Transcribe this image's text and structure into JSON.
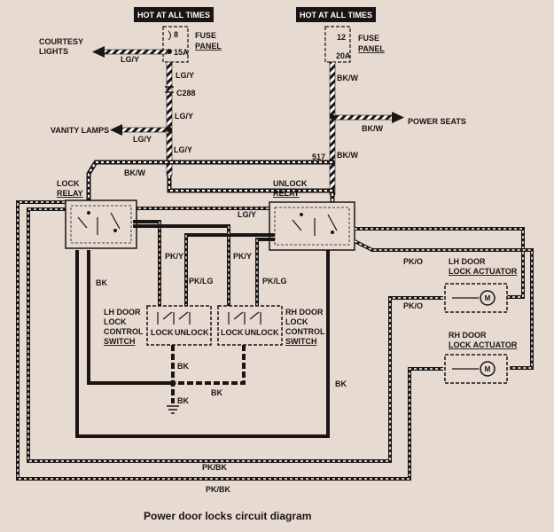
{
  "caption": "Power door locks circuit diagram",
  "hot_labels": {
    "left": "HOT AT ALL TIMES",
    "right": "HOT AT ALL TIMES"
  },
  "fuse_left": {
    "circuit": "8",
    "rating": "15A",
    "name_line1": "FUSE",
    "name_line2": "PANEL"
  },
  "fuse_right": {
    "circuit": "12",
    "rating": "20A",
    "name_line1": "FUSE",
    "name_line2": "PANEL"
  },
  "loads": {
    "courtesy_line1": "COURTESY",
    "courtesy_line2": "LIGHTS",
    "vanity": "VANITY LAMPS",
    "power_seats": "POWER SEATS"
  },
  "connectors": {
    "c288": "C288",
    "splice": "517"
  },
  "wires": {
    "lgy_courtesy": "LG/Y",
    "lgy_1": "LG/Y",
    "lgy_2": "LG/Y",
    "lgy_vanity": "LG/Y",
    "lgy_3": "LG/Y",
    "lgy_relay": "LG/Y",
    "bkw_1": "BK/W",
    "bkw_seats": "BK/W",
    "bkw_2": "BK/W",
    "bkw_left": "BK/W",
    "pky_1": "PK/Y",
    "pky_2": "PK/Y",
    "pklg_1": "PK/LG",
    "pklg_2": "PK/LG",
    "pko_1": "PK/O",
    "pko_2": "PK/O",
    "pkbk_1": "PK/BK",
    "pkbk_2": "PK/BK",
    "bk_left": "BK",
    "bk_right": "BK",
    "bk_mid1": "BK",
    "bk_mid2": "BK",
    "bk_mid3": "BK"
  },
  "components": {
    "lock_relay_1": "LOCK",
    "lock_relay_2": "RELAY",
    "unlock_relay_1": "UNLOCK",
    "unlock_relay_2": "RELAY",
    "lh_switch_1": "LH DOOR",
    "lh_switch_2": "LOCK",
    "lh_switch_3": "CONTROL",
    "lh_switch_4": "SWITCH",
    "rh_switch_1": "RH DOOR",
    "rh_switch_2": "LOCK",
    "rh_switch_3": "CONTROL",
    "rh_switch_4": "SWITCH",
    "switch_lock": "LOCK",
    "switch_unlock": "UNLOCK",
    "switch_lock_2": "LOCK",
    "switch_unlock_2": "UNLOCK",
    "lh_actuator_1": "LH DOOR",
    "lh_actuator_2": "LOCK ACTUATOR",
    "rh_actuator_1": "RH DOOR",
    "rh_actuator_2": "LOCK ACTUATOR",
    "motor": "M",
    "motor_2": "M"
  }
}
